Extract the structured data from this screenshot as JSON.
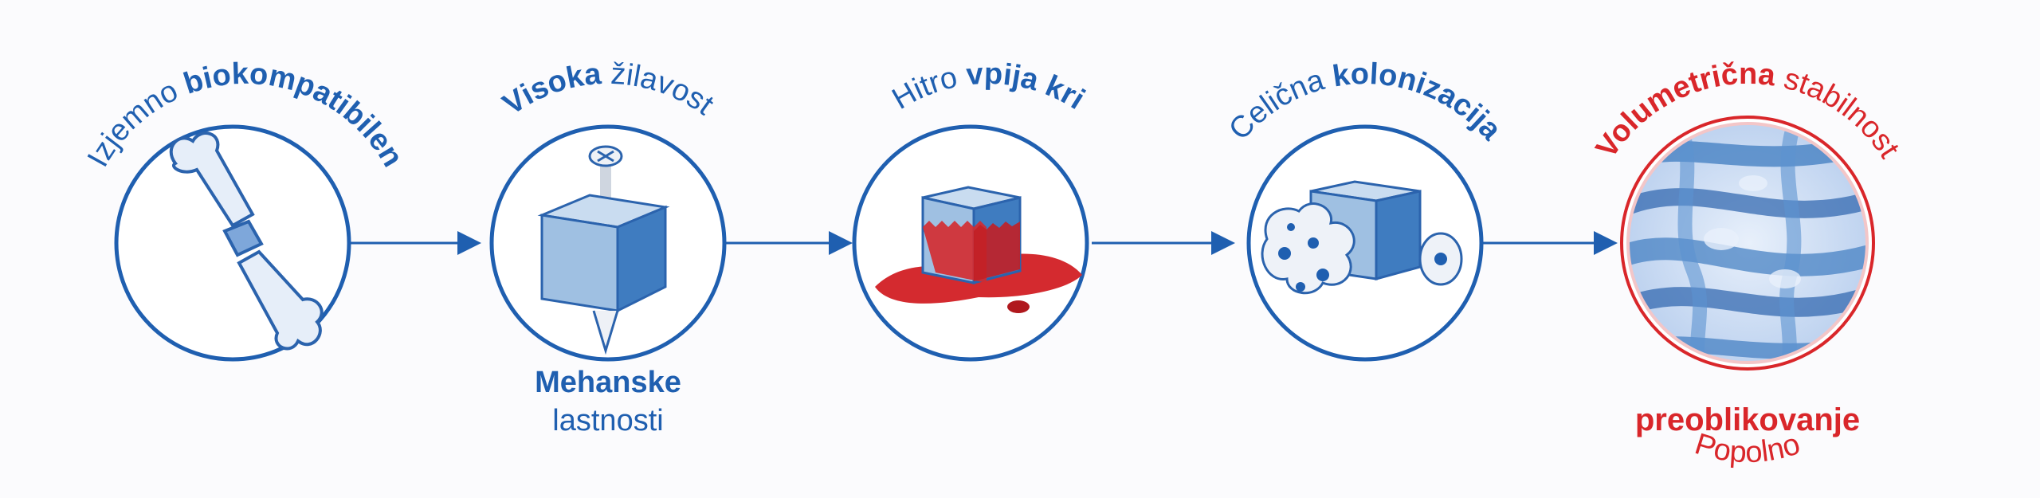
{
  "colors": {
    "blue": "#1f5fb0",
    "blue_light": "#4a86c8",
    "red": "#d9262a",
    "cube_front": "#9fc0e2",
    "cube_side": "#3f7cc0",
    "cube_top": "#c9dcf0",
    "blood": "#d42a2f"
  },
  "steps": [
    {
      "id": "biocompatible",
      "icon": "bone-icon",
      "top_light": "Izjemno ",
      "top_bold": "biokompatibilen"
    },
    {
      "id": "toughness",
      "icon": "cube-with-nail-icon",
      "top_bold": "Visoka",
      "top_light": " žilavost",
      "bottom_bold": "Mehanske",
      "bottom_light": "lastnosti"
    },
    {
      "id": "absorbs-blood",
      "icon": "cube-in-blood-icon",
      "top_light": "Hitro ",
      "top_bold": "vpija kri"
    },
    {
      "id": "cell-colonization",
      "icon": "cube-with-cells-icon",
      "top_light": "Celična ",
      "top_bold": "kolonizacija"
    },
    {
      "id": "volumetric-stability",
      "icon": "bone-structure-icon",
      "top_bold": "Volumetrična",
      "top_light": " stabilnost",
      "bottom_light": "Popolno",
      "bottom_bold": "preoblikovanje"
    }
  ]
}
